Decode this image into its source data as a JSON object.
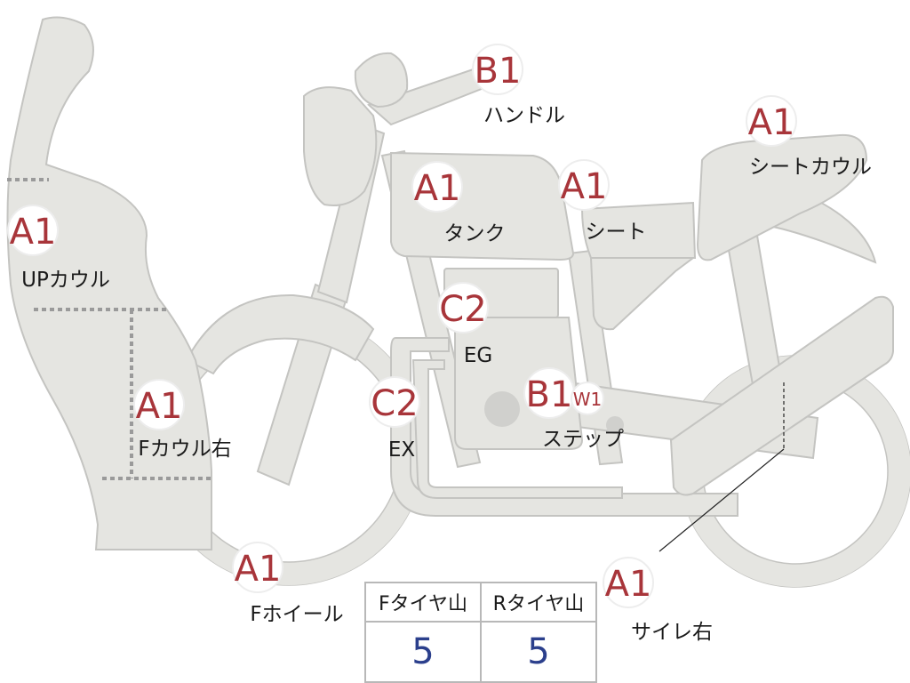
{
  "parts": [
    {
      "id": "handle",
      "grade": "B1",
      "label": "ハンドル"
    },
    {
      "id": "seat-cowl",
      "grade": "A1",
      "label": "シートカウル"
    },
    {
      "id": "tank",
      "grade": "A1",
      "label": "タンク"
    },
    {
      "id": "seat",
      "grade": "A1",
      "label": "シート"
    },
    {
      "id": "up-cowl",
      "grade": "A1",
      "label": "UPカウル"
    },
    {
      "id": "engine",
      "grade": "C2",
      "label": "EG"
    },
    {
      "id": "exhaust",
      "grade": "C2",
      "label": "EX"
    },
    {
      "id": "f-cowl-right",
      "grade": "A1",
      "label": "Fカウル右"
    },
    {
      "id": "step",
      "grade": "B1",
      "label": "ステップ",
      "sub_grade": "W1"
    },
    {
      "id": "f-wheel",
      "grade": "A1",
      "label": "Fホイール"
    },
    {
      "id": "muffler-right",
      "grade": "A1",
      "label": "サイレ右"
    }
  ],
  "tires": {
    "front_header": "Fタイヤ山",
    "rear_header": "Rタイヤ山",
    "front_value": "5",
    "rear_value": "5"
  },
  "colors": {
    "grade_red": "#a8353a",
    "tire_value_blue": "#2b3f8c",
    "part_fill": "#e5e5e1"
  }
}
